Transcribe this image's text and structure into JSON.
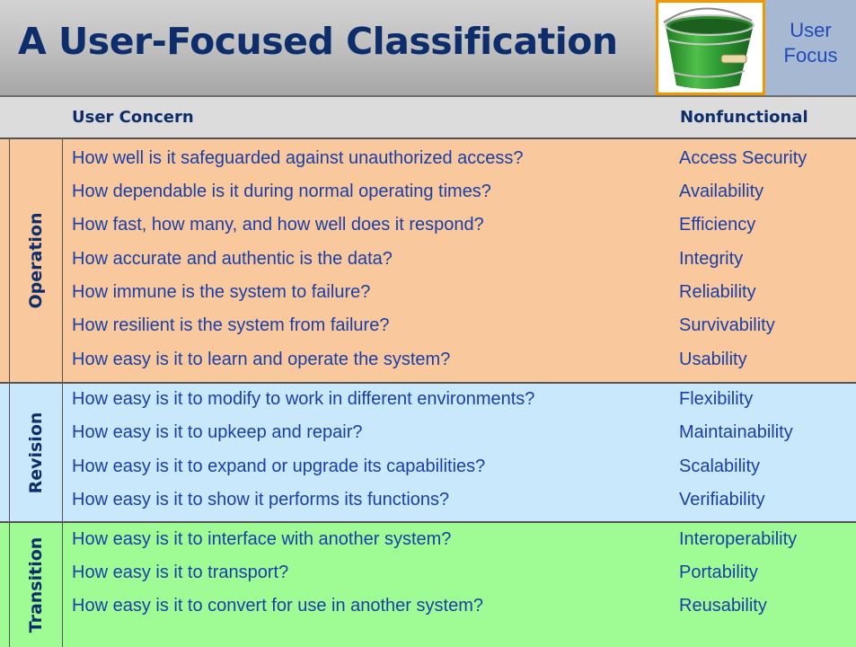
{
  "header": {
    "title": "A User-Focused Classification",
    "focus_line1": "User",
    "focus_line2": "Focus",
    "image": "green-bucket-photo"
  },
  "columns": {
    "concern": "User Concern",
    "nonfunctional": "Nonfunctional"
  },
  "sections": [
    {
      "label": "Operation",
      "color": "#f9c89c",
      "rows": [
        {
          "concern": "How well is it safeguarded against unauthorized access?",
          "nonfunctional": "Access Security"
        },
        {
          "concern": "How dependable is it during normal operating times?",
          "nonfunctional": "Availability"
        },
        {
          "concern": "How fast, how many, and how well does it respond?",
          "nonfunctional": "Efficiency"
        },
        {
          "concern": "How accurate and authentic is the data?",
          "nonfunctional": "Integrity"
        },
        {
          "concern": "How immune is the system to failure?",
          "nonfunctional": "Reliability"
        },
        {
          "concern": "How resilient is the system from failure?",
          "nonfunctional": "Survivability"
        },
        {
          "concern": "How easy is it to learn and operate the system?",
          "nonfunctional": "Usability"
        }
      ]
    },
    {
      "label": "Revision",
      "color": "#c9e8fb",
      "rows": [
        {
          "concern": "How easy is it to modify to work in different environments?",
          "nonfunctional": "Flexibility"
        },
        {
          "concern": "How easy is it to upkeep and repair?",
          "nonfunctional": "Maintainability"
        },
        {
          "concern": "How easy is it to expand or upgrade its capabilities?",
          "nonfunctional": "Scalability"
        },
        {
          "concern": "How easy is it to show it performs its functions?",
          "nonfunctional": "Verifiability"
        }
      ]
    },
    {
      "label": "Transition",
      "color": "#9ffc94",
      "rows": [
        {
          "concern": "How easy is it to interface with another system?",
          "nonfunctional": "Interoperability"
        },
        {
          "concern": "How easy is it to transport?",
          "nonfunctional": "Portability"
        },
        {
          "concern": "How easy is it to convert for use in another system?",
          "nonfunctional": "Reusability"
        }
      ]
    }
  ]
}
